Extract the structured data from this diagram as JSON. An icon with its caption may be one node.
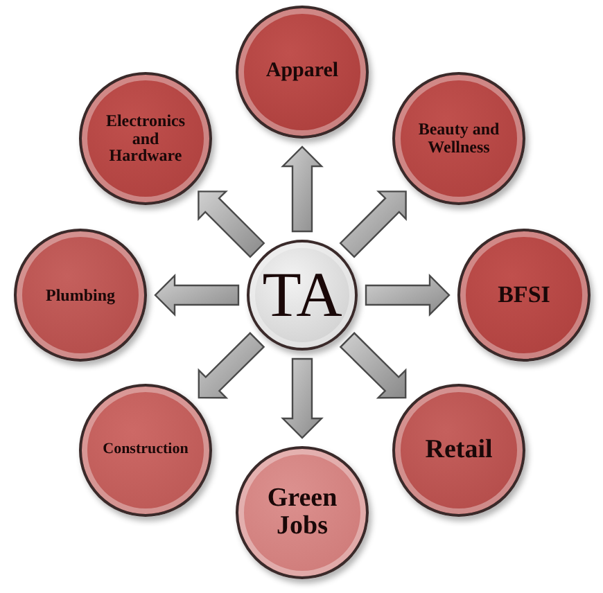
{
  "diagram": {
    "nodes": [
      {
        "text": [
          "TA"
        ]
      },
      {
        "text": [
          "Apparel"
        ]
      },
      {
        "text": [
          "Electronics and Hardware"
        ]
      },
      {
        "text": [
          "Beauty and Wellness"
        ]
      },
      {
        "text": [
          "Plumbing"
        ]
      },
      {
        "text": [
          "BFSI"
        ]
      },
      {
        "text": [
          "Construction"
        ]
      },
      {
        "text": [
          "Green Jobs"
        ]
      },
      {
        "text": [
          "Retail"
        ]
      }
    ],
    "edges": [
      {
        "from": 0,
        "to": 1,
        "arrow": "to"
      },
      {
        "from": 0,
        "to": 3,
        "arrow": "to"
      },
      {
        "from": 0,
        "to": 5,
        "arrow": "to"
      },
      {
        "from": 0,
        "to": 8,
        "arrow": "to"
      },
      {
        "from": 0,
        "to": 7,
        "arrow": "to"
      },
      {
        "from": 0,
        "to": 6,
        "arrow": "to"
      },
      {
        "from": 0,
        "to": 4,
        "arrow": "to"
      },
      {
        "from": 0,
        "to": 2,
        "arrow": "to"
      }
    ]
  }
}
